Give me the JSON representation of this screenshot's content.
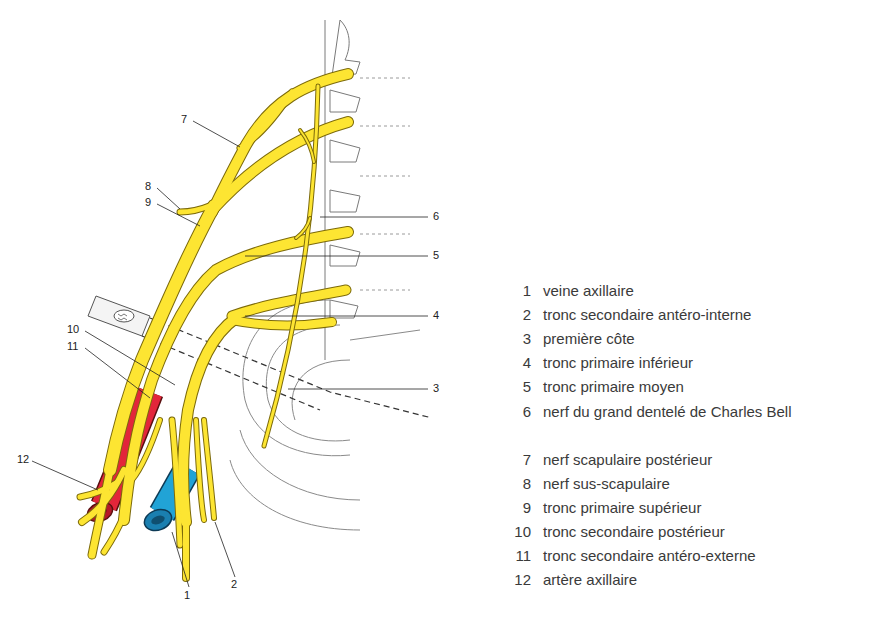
{
  "diagram": {
    "labels": [
      "7",
      "8",
      "9",
      "6",
      "5",
      "4",
      "3",
      "10",
      "11",
      "12",
      "1",
      "2",
      "1",
      "veine axillaire",
      "2",
      "tronc secondaire antéro-interne",
      "3",
      "première côte",
      "4",
      "tronc primaire inférieur",
      "5",
      "tronc primaire moyen",
      "6",
      "nerf du grand dentelé de Charles Bell",
      "7",
      "nerf scapulaire postérieur",
      "8",
      "nerf sus-scapulaire",
      "9",
      "tronc primaire supérieur",
      "10",
      "tronc secondaire postérieur",
      "11",
      "tronc secondaire antéro-externe",
      "12",
      "artère axillaire"
    ]
  }
}
